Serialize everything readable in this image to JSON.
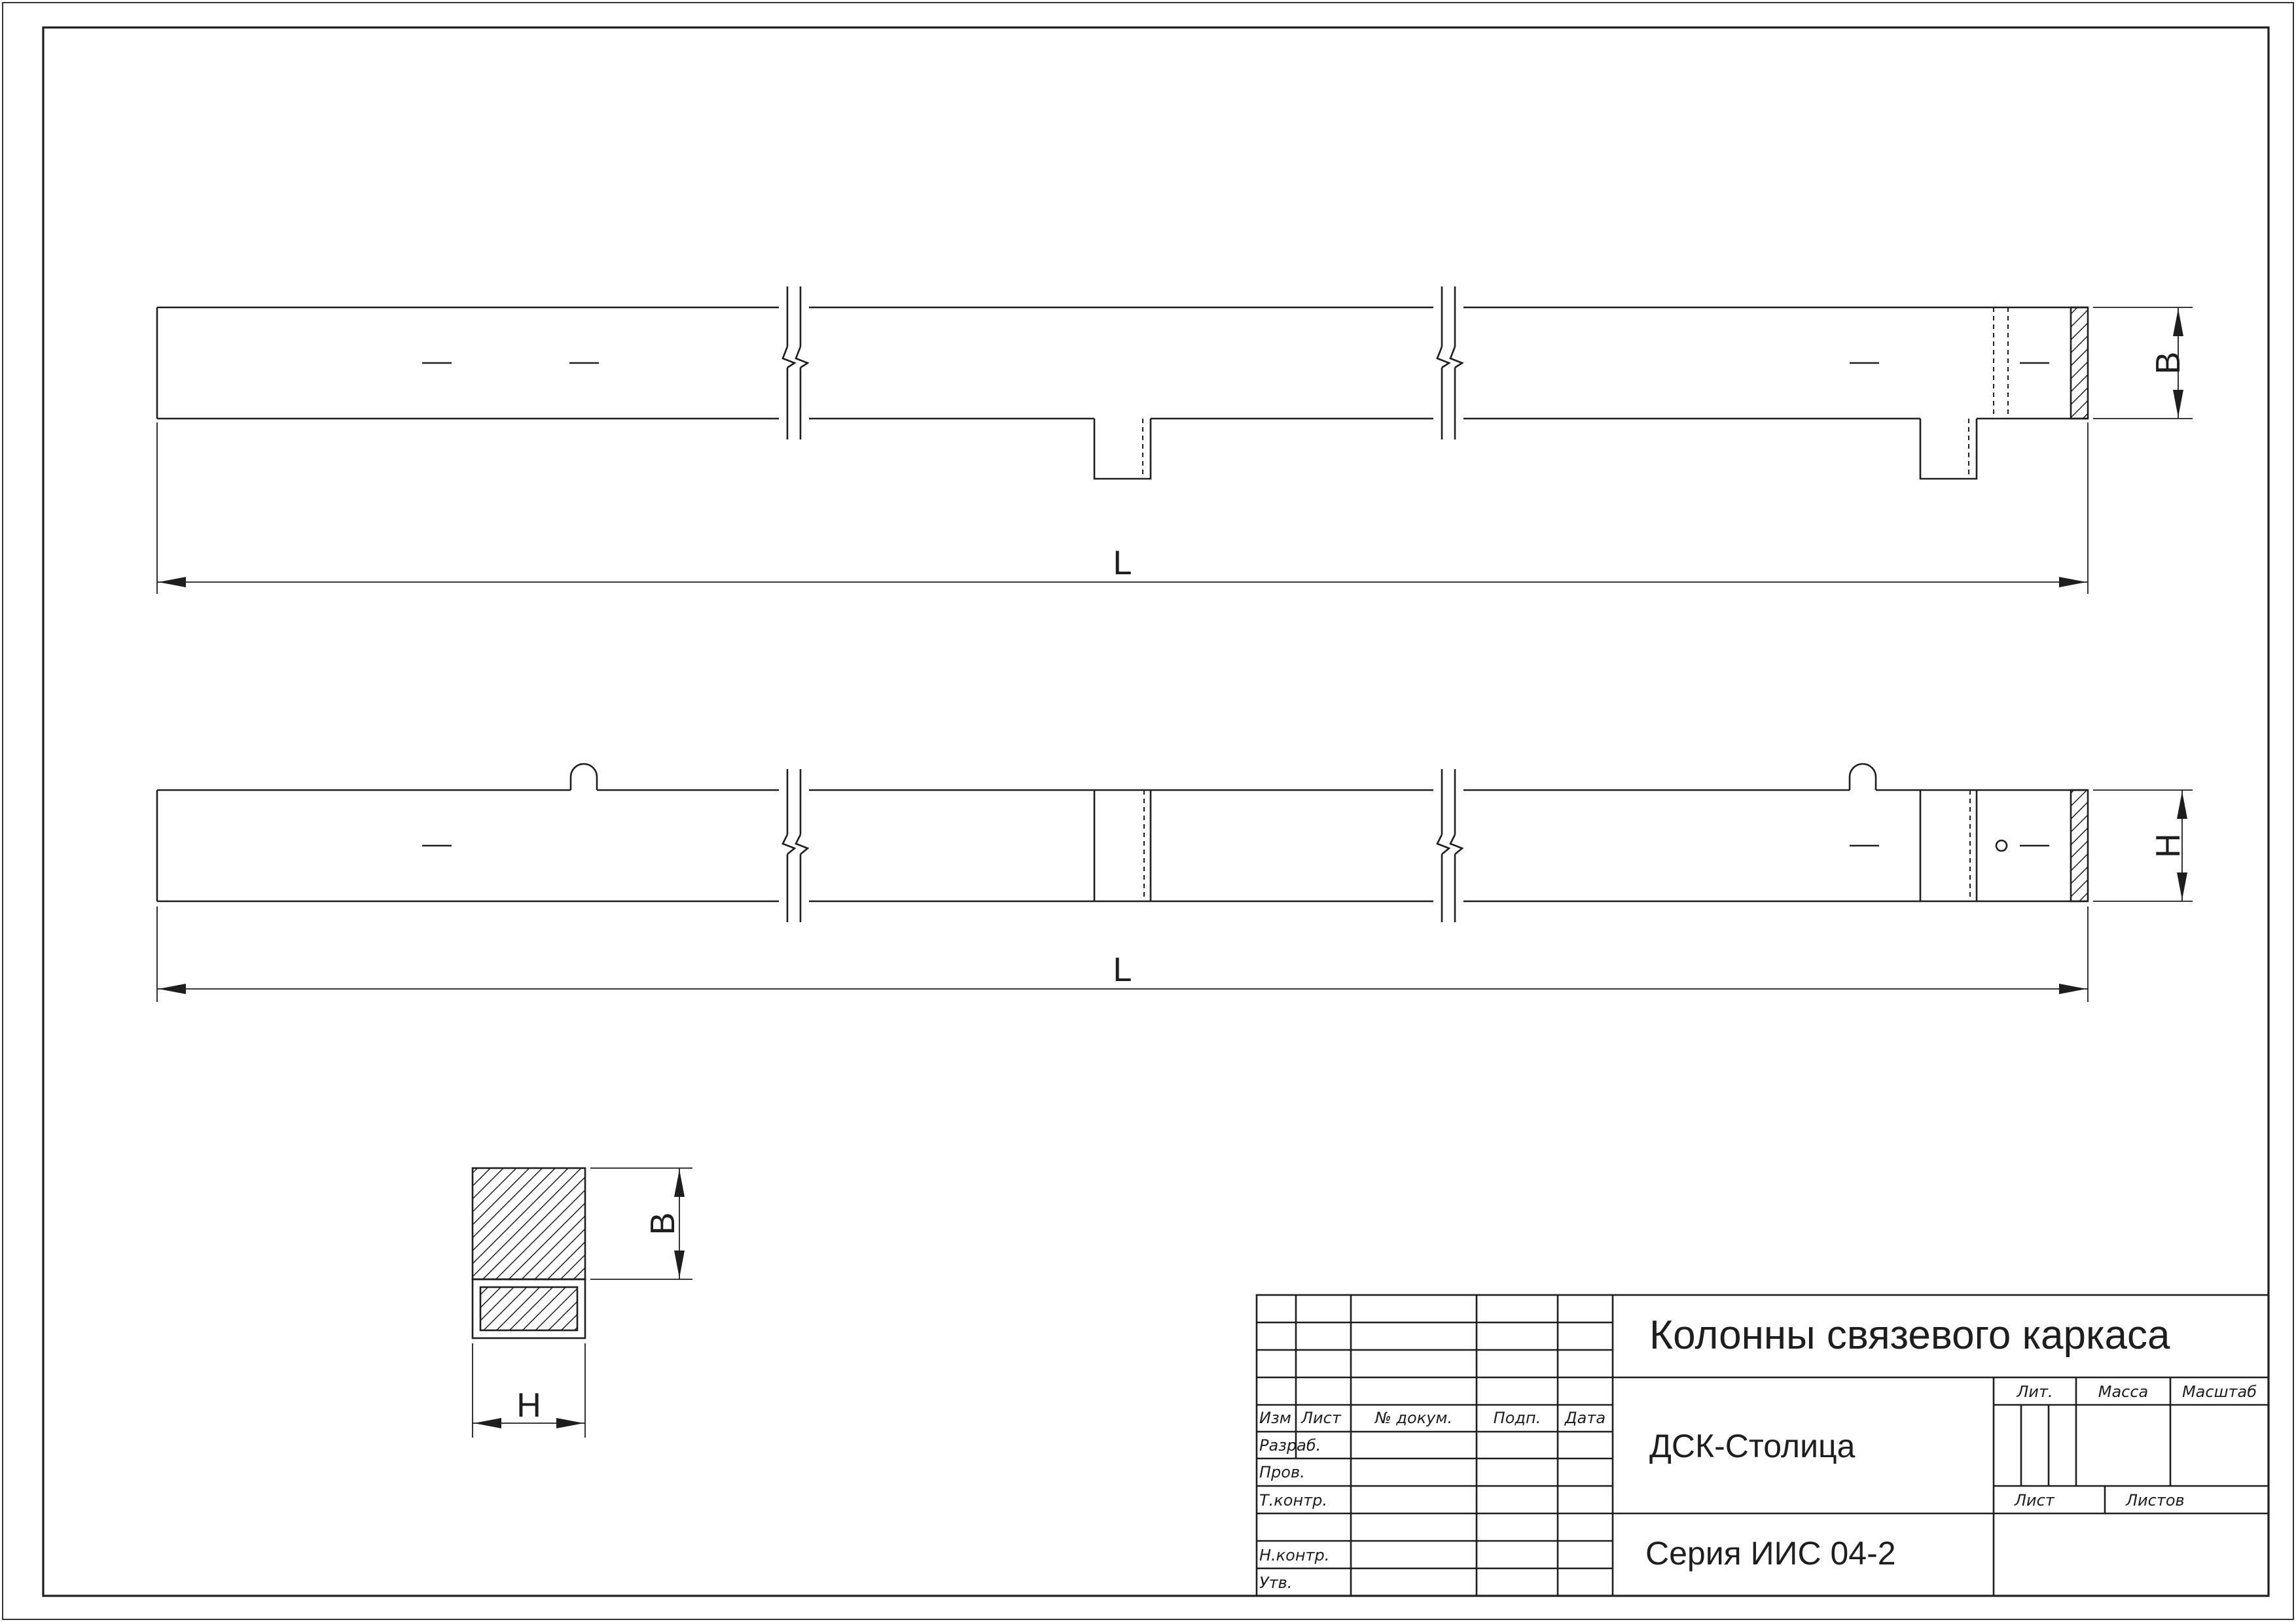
{
  "drawing": {
    "dimension_labels": {
      "length": "L",
      "width": "B",
      "height": "H"
    },
    "title_block": {
      "title": "Колонны связевого каркаса",
      "organization": "ДСК-Столица",
      "series": "Серия ИИС 04-2",
      "columns": {
        "change": "Изм",
        "sheet": "Лист",
        "doc_number": "№ докум.",
        "signature": "Подп.",
        "date": "Дата"
      },
      "roles": {
        "developed": "Разраб.",
        "checked": "Пров.",
        "tech_control": "Т.контр.",
        "norm_control": "Н.контр.",
        "approved": "Утв."
      },
      "info": {
        "letter": "Лит.",
        "mass": "Масса",
        "scale": "Масштаб",
        "sheet": "Лист",
        "sheets": "Листов"
      }
    }
  }
}
